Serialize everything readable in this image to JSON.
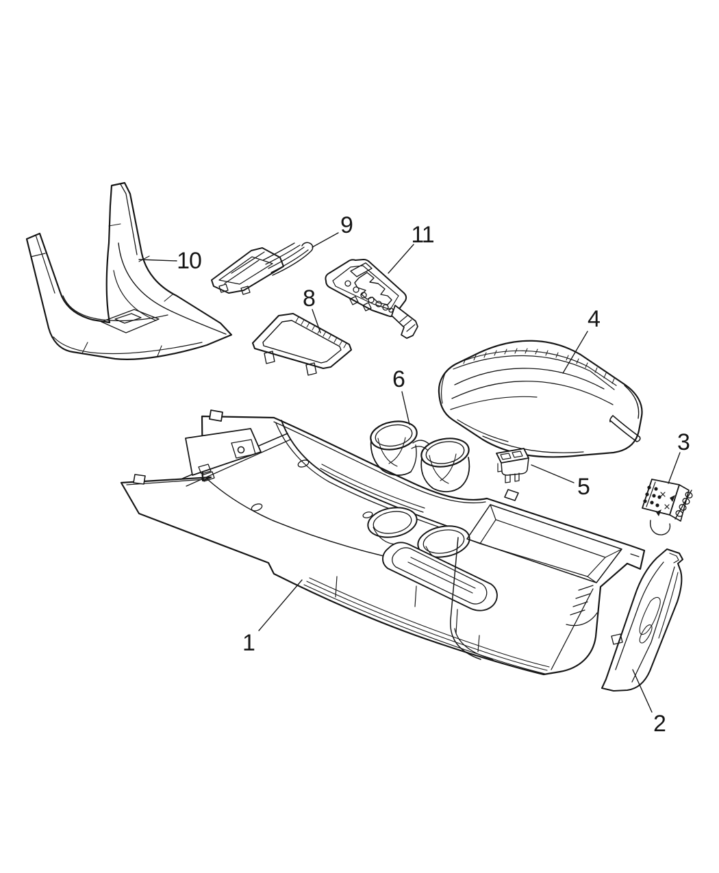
{
  "diagram": {
    "kind": "exploded-parts-diagram",
    "colors": {
      "background": "#ffffff",
      "line": "#161616"
    }
  },
  "callouts": [
    {
      "label": "1"
    },
    {
      "label": "2"
    },
    {
      "label": "3"
    },
    {
      "label": "4"
    },
    {
      "label": "5"
    },
    {
      "label": "6"
    },
    {
      "label": "8"
    },
    {
      "label": "9"
    },
    {
      "label": "10"
    },
    {
      "label": "11"
    }
  ]
}
